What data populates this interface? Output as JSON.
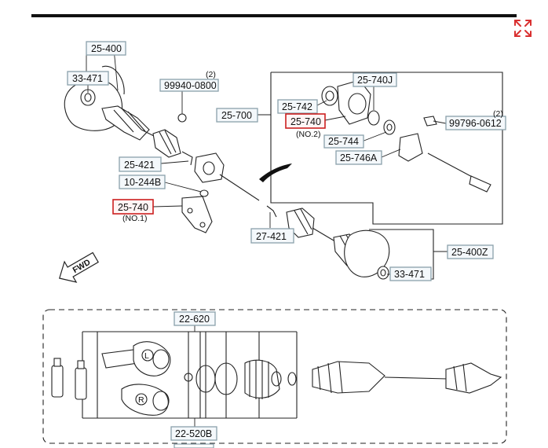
{
  "diagram": {
    "callouts": {
      "c25_400": "25-400",
      "c33_471_top": "33-471",
      "c99940": "99940-0800",
      "c99940_qty": "(2)",
      "c25_740j": "25-740J",
      "c25_742": "25-742",
      "c25_700": "25-700",
      "c25_740_no2": "25-740",
      "no2": "(NO.2)",
      "c99796": "99796-0612",
      "c99796_qty": "(2)",
      "c25_744": "25-744",
      "c25_746a": "25-746A",
      "c25_421": "25-421",
      "c10_244b": "10-244B",
      "c25_740_no1": "25-740",
      "no1": "(NO.1)",
      "c27_421": "27-421",
      "c25_400z": "25-400Z",
      "c33_471_bottom": "33-471",
      "c22_620": "22-620",
      "c22_520b": "22-520B",
      "fwd": "FWD",
      "joint_l": "L",
      "joint_r": "R"
    },
    "colors": {
      "highlight": "#cc1f1f",
      "box_border": "#8aa0ab",
      "accent": "#d93030"
    }
  },
  "icons": {
    "expand": "expand-icon"
  }
}
